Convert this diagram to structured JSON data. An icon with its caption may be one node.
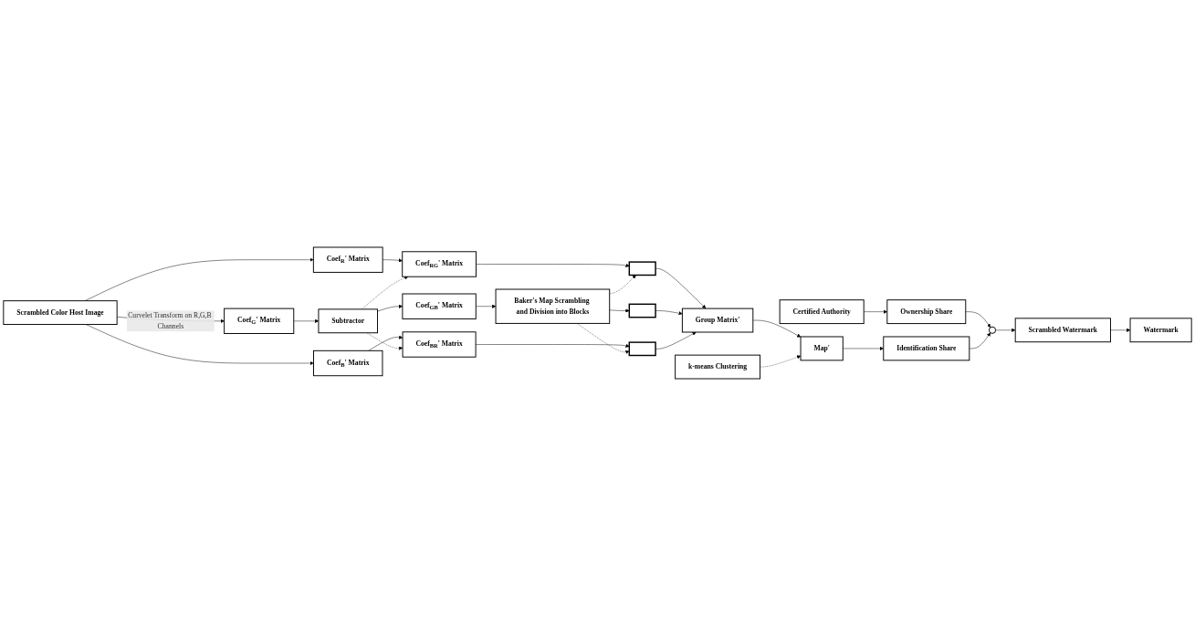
{
  "diagram": {
    "nodes": [
      {
        "text": [
          "Scrambled Color Host Image"
        ]
      },
      {
        "text": [
          "Coef$_{R}$' Matrix"
        ]
      },
      {
        "text": [
          "Coef$_{G}$' Matrix"
        ]
      },
      {
        "text": [
          "Coef$_{B}$' Matrix"
        ]
      },
      {
        "text": [
          "Subtractor"
        ]
      },
      {
        "text": [
          "Coef$_{RG}$' Matrix"
        ]
      },
      {
        "text": [
          "Coef$_{GB}$' Matrix"
        ]
      },
      {
        "text": [
          "Coef$_{BR}$' Matrix"
        ]
      },
      {
        "text": [
          "Baker's Map Scrambling and Division into Blocks"
        ]
      },
      {
        "text": [],
        "shape": "grid"
      },
      {
        "text": [],
        "shape": "grid"
      },
      {
        "text": [],
        "shape": "grid"
      },
      {
        "text": [
          "Group Matrix'"
        ]
      },
      {
        "text": [
          "k-means Clustering"
        ]
      },
      {
        "text": [
          "Map'"
        ]
      },
      {
        "text": [
          "Certified Authority"
        ]
      },
      {
        "text": [
          "Ownership Share"
        ]
      },
      {
        "text": [],
        "shape": "circle"
      },
      {
        "text": [
          "Identification Share"
        ]
      },
      {
        "text": [
          "Scrambled Watermark"
        ]
      },
      {
        "text": [
          "Watermark"
        ]
      }
    ],
    "edges": [
      {
        "from": 0,
        "to": 1,
        "arrow": "to"
      },
      {
        "from": 0,
        "to": 2,
        "arrow": "to",
        "label": "Curvelet Transform on R,G,B Channels"
      },
      {
        "from": 0,
        "to": 3,
        "arrow": "to"
      },
      {
        "from": 1,
        "to": 5,
        "arrow": "to"
      },
      {
        "from": 2,
        "to": 4,
        "arrow": "to"
      },
      {
        "from": 4,
        "to": 6,
        "arrow": "to"
      },
      {
        "from": 3,
        "to": 7,
        "arrow": "to"
      },
      {
        "from": 4,
        "to": 5,
        "arrow": "to",
        "style": "dashed"
      },
      {
        "from": 4,
        "to": 7,
        "arrow": "to",
        "style": "dashed"
      },
      {
        "from": 5,
        "to": 9,
        "arrow": "to"
      },
      {
        "from": 6,
        "to": 8,
        "arrow": "to"
      },
      {
        "from": 8,
        "to": 10,
        "arrow": "to"
      },
      {
        "from": 7,
        "to": 11,
        "arrow": "to"
      },
      {
        "from": 8,
        "to": 9,
        "arrow": "to",
        "style": "dashed"
      },
      {
        "from": 8,
        "to": 11,
        "arrow": "to",
        "style": "dashed"
      },
      {
        "from": 9,
        "to": 12,
        "arrow": "to"
      },
      {
        "from": 10,
        "to": 12,
        "arrow": "to"
      },
      {
        "from": 11,
        "to": 12,
        "arrow": "to"
      },
      {
        "from": 12,
        "to": 14,
        "arrow": "to"
      },
      {
        "from": 13,
        "to": 14,
        "arrow": "to",
        "style": "dashed"
      },
      {
        "from": 14,
        "to": 18,
        "arrow": "to"
      },
      {
        "from": 15,
        "to": 16,
        "arrow": "to"
      },
      {
        "from": 16,
        "to": 17,
        "arrow": "to"
      },
      {
        "from": 18,
        "to": 17,
        "arrow": "to"
      },
      {
        "from": 17,
        "to": 19,
        "arrow": "to"
      },
      {
        "from": 19,
        "to": 20,
        "arrow": "to"
      }
    ]
  }
}
